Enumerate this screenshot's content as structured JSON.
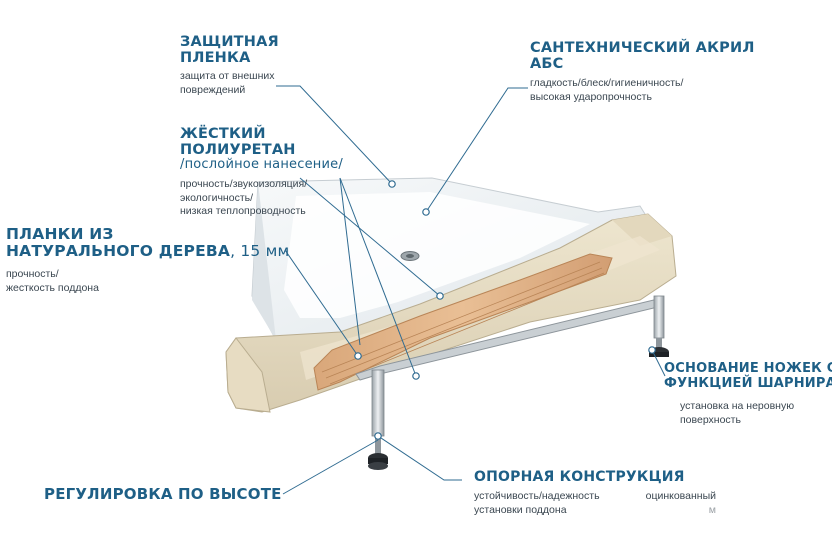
{
  "callouts": {
    "protective_film": {
      "title_line1": "ЗАЩИТНАЯ",
      "title_line2": "ПЛЕНКА",
      "desc_line1": "защита от внешних",
      "desc_line2": "повреждений"
    },
    "acrylic": {
      "title_line1": "САНТЕХНИЧЕСКИЙ АКРИЛ",
      "title_line2": "АБС",
      "desc_line1": "гладкость/блеск/гигиеничность/",
      "desc_line2": "высокая ударопрочность"
    },
    "polyurethane": {
      "title_line1": "ЖЁСТКИЙ",
      "title_line2": "ПОЛИУРЕТАН",
      "title_line3": "/послойное нанесение/",
      "desc_line1": "прочность/звукоизоляция/",
      "desc_line2": "экологичность/",
      "desc_line3": "низкая теплопроводность"
    },
    "wood_planks": {
      "title_line1": "ПЛАНКИ ИЗ",
      "title_line2_main": "НАТУРАЛЬНОГО ДЕРЕВА",
      "title_line2_suffix": ", 15 мм",
      "desc_line1": "прочность/",
      "desc_line2": "жесткость поддона"
    },
    "leg_base": {
      "title_line1": "ОСНОВАНИЕ НОЖЕК С",
      "title_line2": "ФУНКЦИЕЙ ШАРНИРА",
      "desc_line1": "установка на неровную",
      "desc_line2": "поверхность"
    },
    "support_frame": {
      "title": "ОПОРНАЯ КОНСТРУКЦИЯ",
      "desc_line1": "устойчивость/надежность",
      "desc_line2": "установки поддона",
      "desc_right": "оцинкованный",
      "desc_right2": "м"
    },
    "height_adjust": {
      "title": "РЕГУЛИРОВКА ПО ВЫСОТЕ"
    }
  },
  "colors": {
    "title": "#1e5f86",
    "leader": "#2f6b91",
    "dot": "#ffffff"
  }
}
